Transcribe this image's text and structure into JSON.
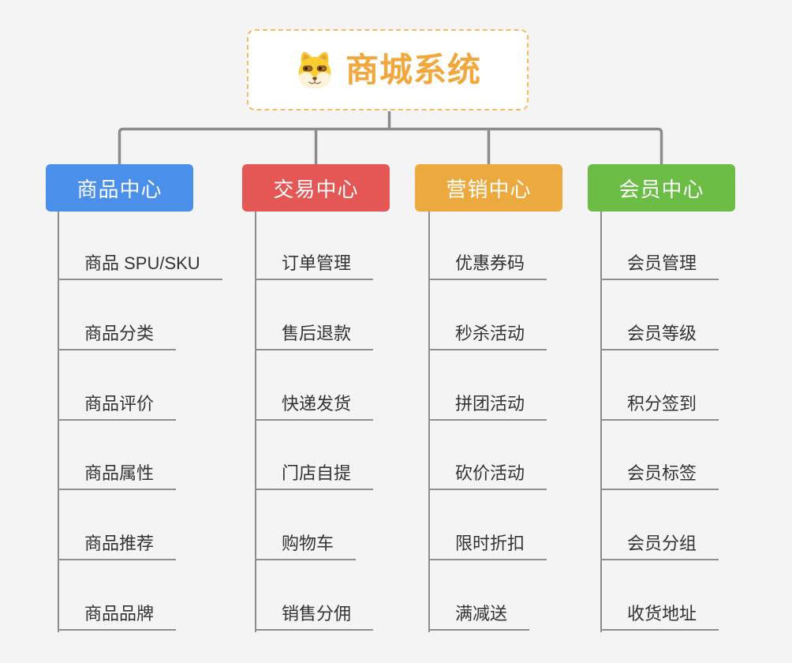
{
  "canvas": {
    "background_color": "#f4f4f4",
    "connector_color": "#8c8c8c"
  },
  "root": {
    "title": "商城系统",
    "icon": "shiba-dog-icon",
    "text_color": "#f2a73d",
    "border_color": "#f5bb63",
    "background_color": "#ffffff"
  },
  "branches": [
    {
      "label": "商品中心",
      "color": "#4a8fe9",
      "items": [
        "商品 SPU/SKU",
        "商品分类",
        "商品评价",
        "商品属性",
        "商品推荐",
        "商品品牌"
      ]
    },
    {
      "label": "交易中心",
      "color": "#e45755",
      "items": [
        "订单管理",
        "售后退款",
        "快递发货",
        "门店自提",
        "购物车",
        "销售分佣"
      ]
    },
    {
      "label": "营销中心",
      "color": "#ecaa3e",
      "items": [
        "优惠券码",
        "秒杀活动",
        "拼团活动",
        "砍价活动",
        "限时折扣",
        "满减送"
      ]
    },
    {
      "label": "会员中心",
      "color": "#6cbd45",
      "items": [
        "会员管理",
        "会员等级",
        "积分签到",
        "会员标签",
        "会员分组",
        "收货地址"
      ]
    }
  ]
}
